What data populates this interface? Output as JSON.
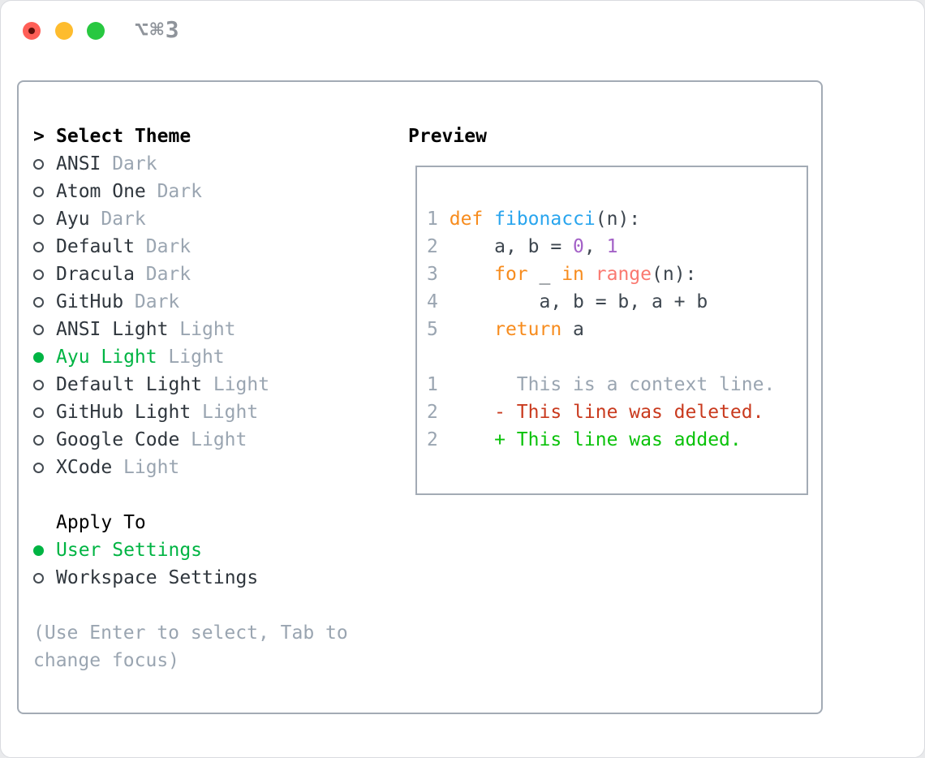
{
  "window": {
    "title": "⌥⌘3",
    "traffic_lights": [
      "close",
      "minimize",
      "zoom"
    ]
  },
  "colors": {
    "accent": "#00b443",
    "muted": "#9aa5b1",
    "text": "#2f363d",
    "code_text": "#3d464f",
    "keyword": "#f78c1e",
    "function": "#29a5ee",
    "number": "#a361c7",
    "builtin": "#fa7970",
    "deleted": "#c93a1e",
    "added": "#0ac20a",
    "panel_border": "#a3abb5",
    "title_text": "#8f949b",
    "traffic_red": "#ff5f57",
    "traffic_yellow": "#febc2e",
    "traffic_green": "#28c840"
  },
  "theme_panel": {
    "header_prefix": ">",
    "header": "Select Theme",
    "items": [
      {
        "name": "ANSI",
        "variant": "Dark",
        "selected": false
      },
      {
        "name": "Atom One",
        "variant": "Dark",
        "selected": false
      },
      {
        "name": "Ayu",
        "variant": "Dark",
        "selected": false
      },
      {
        "name": "Default",
        "variant": "Dark",
        "selected": false
      },
      {
        "name": "Dracula",
        "variant": "Dark",
        "selected": false
      },
      {
        "name": "GitHub",
        "variant": "Dark",
        "selected": false
      },
      {
        "name": "ANSI Light",
        "variant": "Light",
        "selected": false
      },
      {
        "name": "Ayu Light",
        "variant": "Light",
        "selected": true
      },
      {
        "name": "Default Light",
        "variant": "Light",
        "selected": false
      },
      {
        "name": "GitHub Light",
        "variant": "Light",
        "selected": false
      },
      {
        "name": "Google Code",
        "variant": "Light",
        "selected": false
      },
      {
        "name": "XCode",
        "variant": "Light",
        "selected": false
      }
    ],
    "apply_to": {
      "header": "Apply To",
      "options": [
        {
          "name": "User Settings",
          "selected": true
        },
        {
          "name": "Workspace Settings",
          "selected": false
        }
      ]
    },
    "hint": "(Use Enter to select, Tab to change focus)"
  },
  "preview": {
    "header": "Preview",
    "code_lines": [
      {
        "num": "1",
        "tokens": [
          {
            "t": " ",
            "c": "d"
          },
          {
            "t": "def",
            "c": "kw"
          },
          {
            "t": " ",
            "c": "d"
          },
          {
            "t": "fibonacci",
            "c": "fn"
          },
          {
            "t": "(n):",
            "c": "d"
          }
        ]
      },
      {
        "num": "2",
        "tokens": [
          {
            "t": "     a, b = ",
            "c": "d"
          },
          {
            "t": "0",
            "c": "num"
          },
          {
            "t": ", ",
            "c": "d"
          },
          {
            "t": "1",
            "c": "num"
          }
        ]
      },
      {
        "num": "3",
        "tokens": [
          {
            "t": "     ",
            "c": "d"
          },
          {
            "t": "for",
            "c": "kw"
          },
          {
            "t": " _ ",
            "c": "d"
          },
          {
            "t": "in",
            "c": "kw"
          },
          {
            "t": " ",
            "c": "d"
          },
          {
            "t": "range",
            "c": "call"
          },
          {
            "t": "(n):",
            "c": "d"
          }
        ]
      },
      {
        "num": "4",
        "tokens": [
          {
            "t": "         a, b = b, a + b",
            "c": "d"
          }
        ]
      },
      {
        "num": "5",
        "tokens": [
          {
            "t": "     ",
            "c": "d"
          },
          {
            "t": "return",
            "c": "kw"
          },
          {
            "t": " a",
            "c": "d"
          }
        ]
      },
      {
        "num": "",
        "tokens": []
      },
      {
        "num": "1",
        "tokens": [
          {
            "t": "       This is a context line.",
            "c": "ctx"
          }
        ]
      },
      {
        "num": "2",
        "tokens": [
          {
            "t": "     ",
            "c": "d"
          },
          {
            "t": "- This line was deleted.",
            "c": "del"
          }
        ]
      },
      {
        "num": "2",
        "tokens": [
          {
            "t": "     ",
            "c": "d"
          },
          {
            "t": "+ This line was added.",
            "c": "add"
          }
        ]
      }
    ]
  }
}
